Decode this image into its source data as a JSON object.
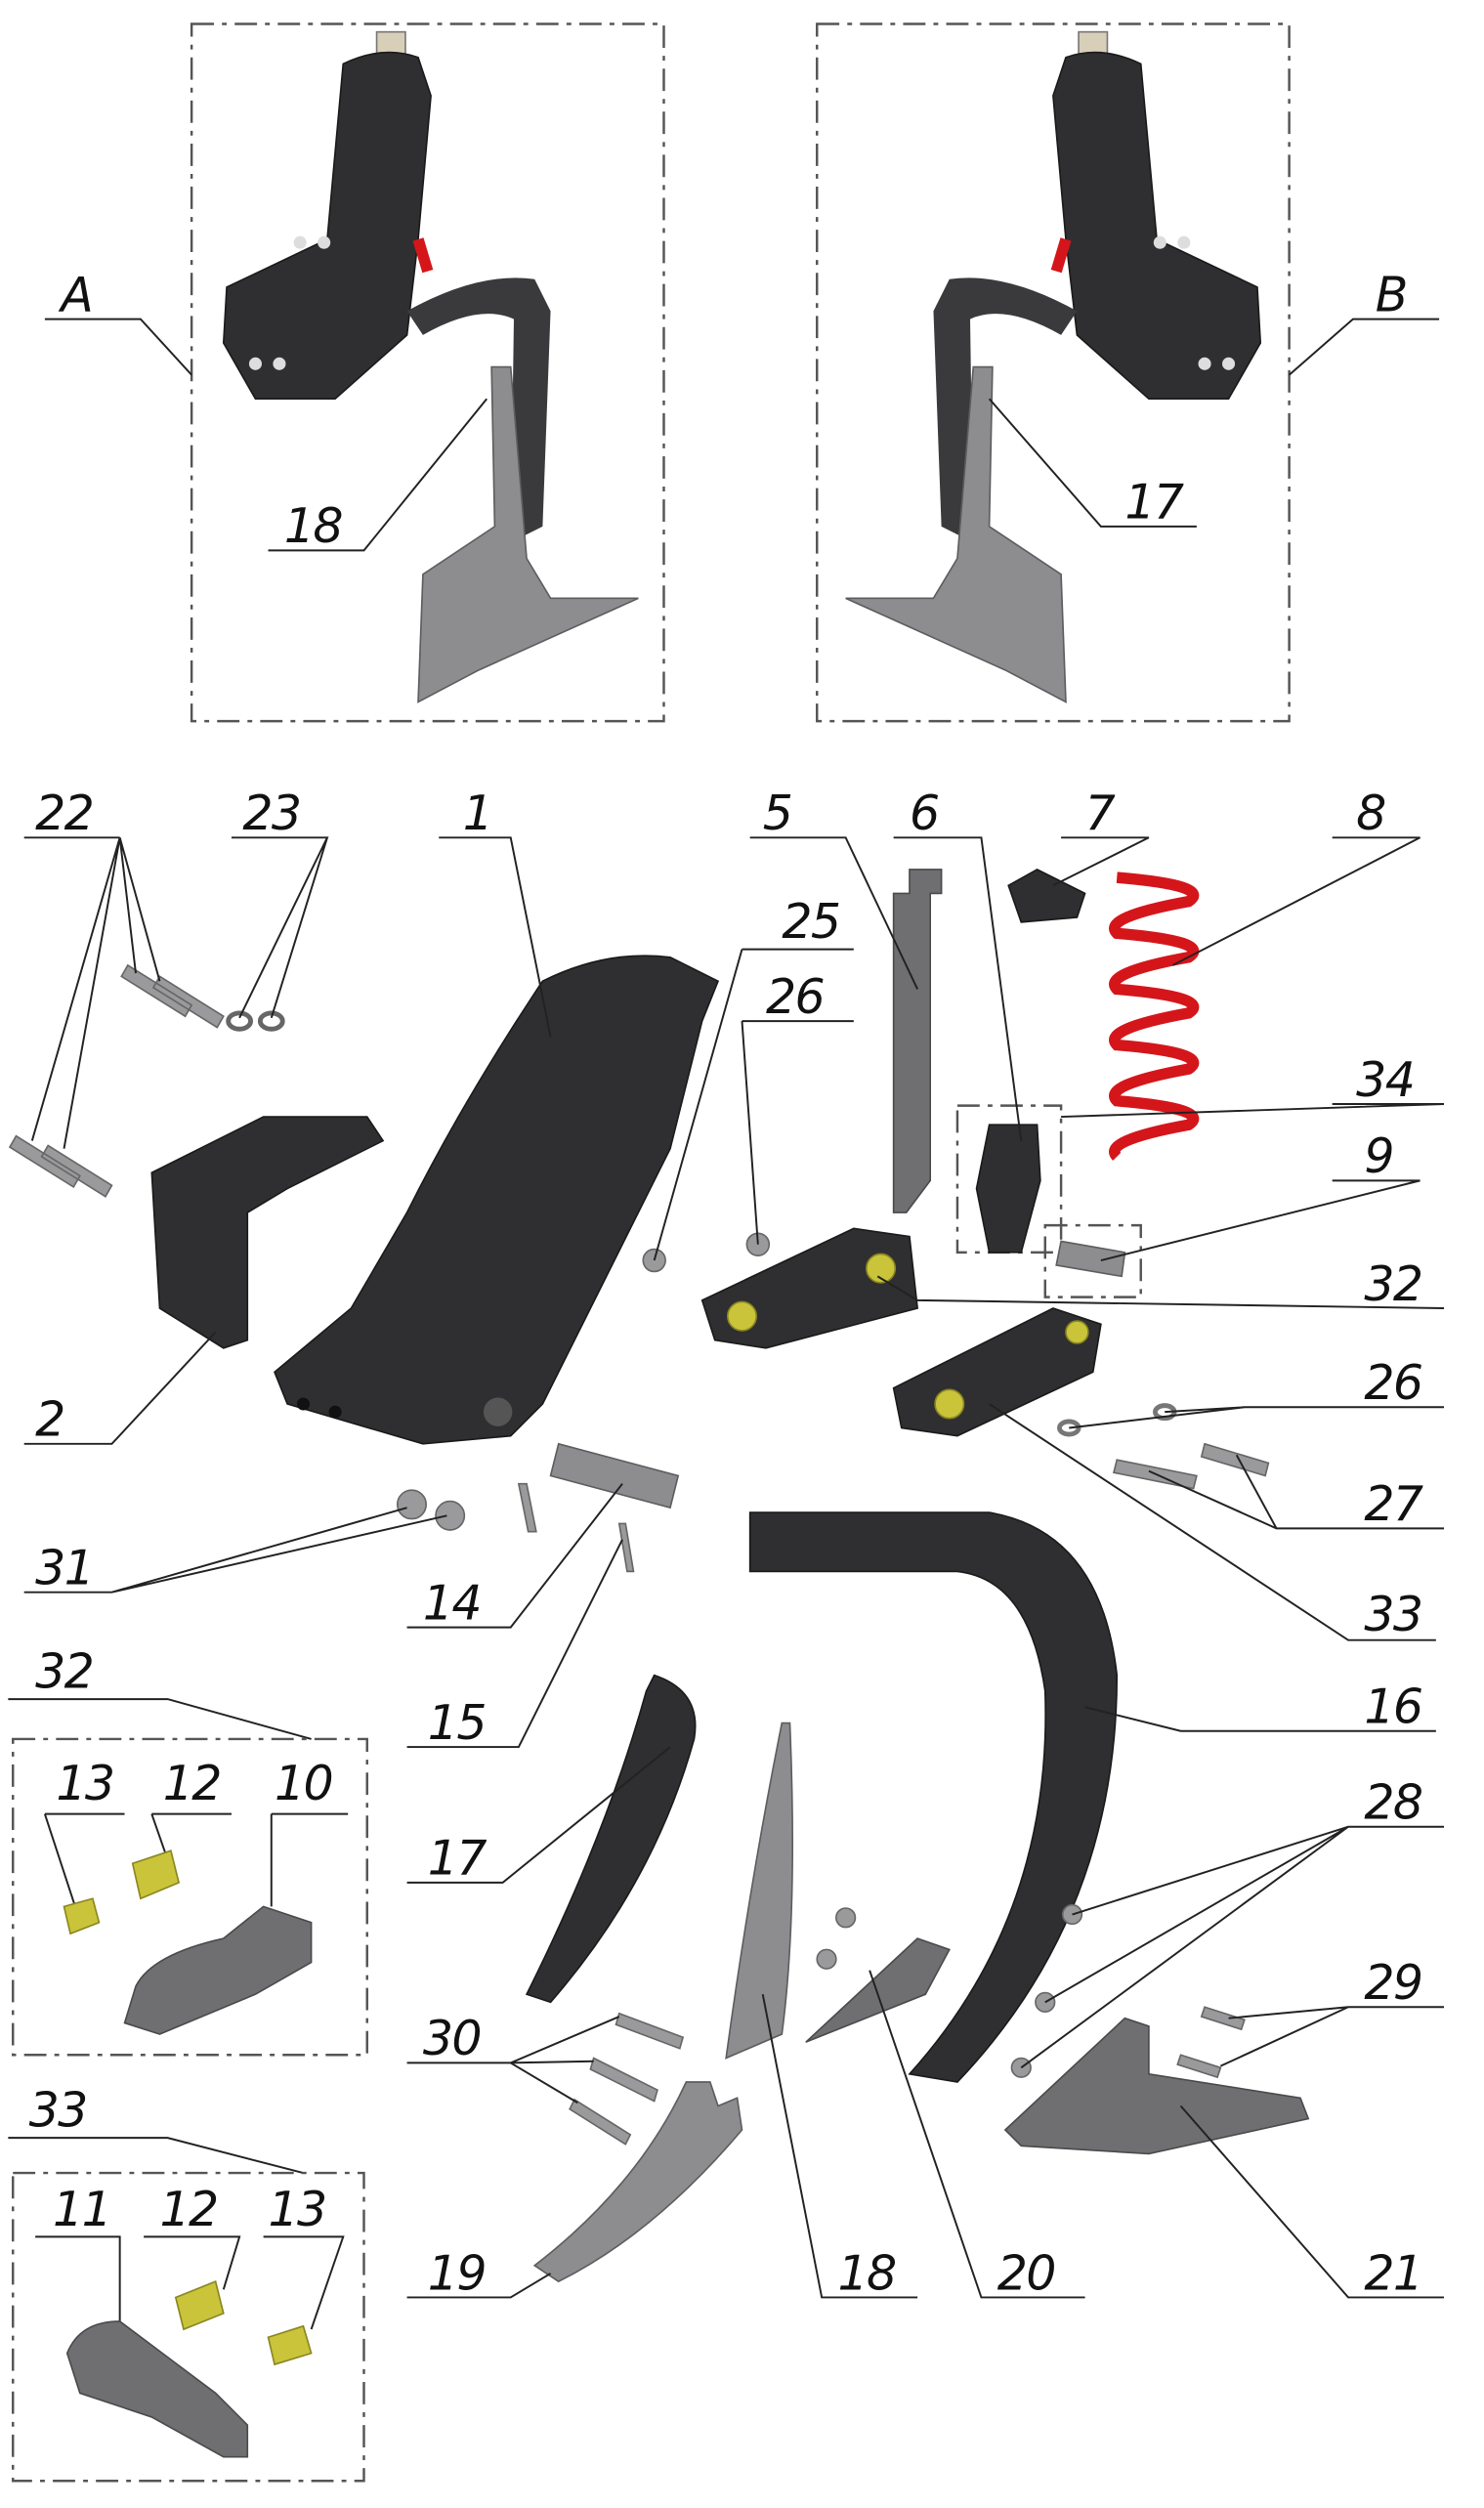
{
  "diagram": {
    "type": "exploded-parts-view",
    "views": {
      "left": "A",
      "right": "B"
    },
    "callouts_top": {
      "left_view_part": "18",
      "right_view_part": "17"
    },
    "callouts": {
      "p1": "1",
      "p2": "2",
      "p5": "5",
      "p6": "6",
      "p7": "7",
      "p8": "8",
      "p9": "9",
      "p14": "14",
      "p15": "15",
      "p16": "16",
      "p17": "17",
      "p18": "18",
      "p19": "19",
      "p20": "20",
      "p21": "21",
      "p22": "22",
      "p23": "23",
      "p25": "25",
      "p26a": "26",
      "p26b": "26",
      "p27": "27",
      "p28": "28",
      "p29": "29",
      "p30": "30",
      "p31": "31",
      "p32": "32",
      "p33": "33",
      "p34": "34"
    },
    "detail_32": {
      "title": "32",
      "parts": [
        "13",
        "12",
        "10"
      ]
    },
    "detail_33": {
      "title": "33",
      "parts": [
        "11",
        "12",
        "13"
      ]
    },
    "colors": {
      "body": "#2f2f31",
      "metal": "#8d8d90",
      "spring": "#d4161b",
      "bushing": "#c9c43a"
    }
  }
}
